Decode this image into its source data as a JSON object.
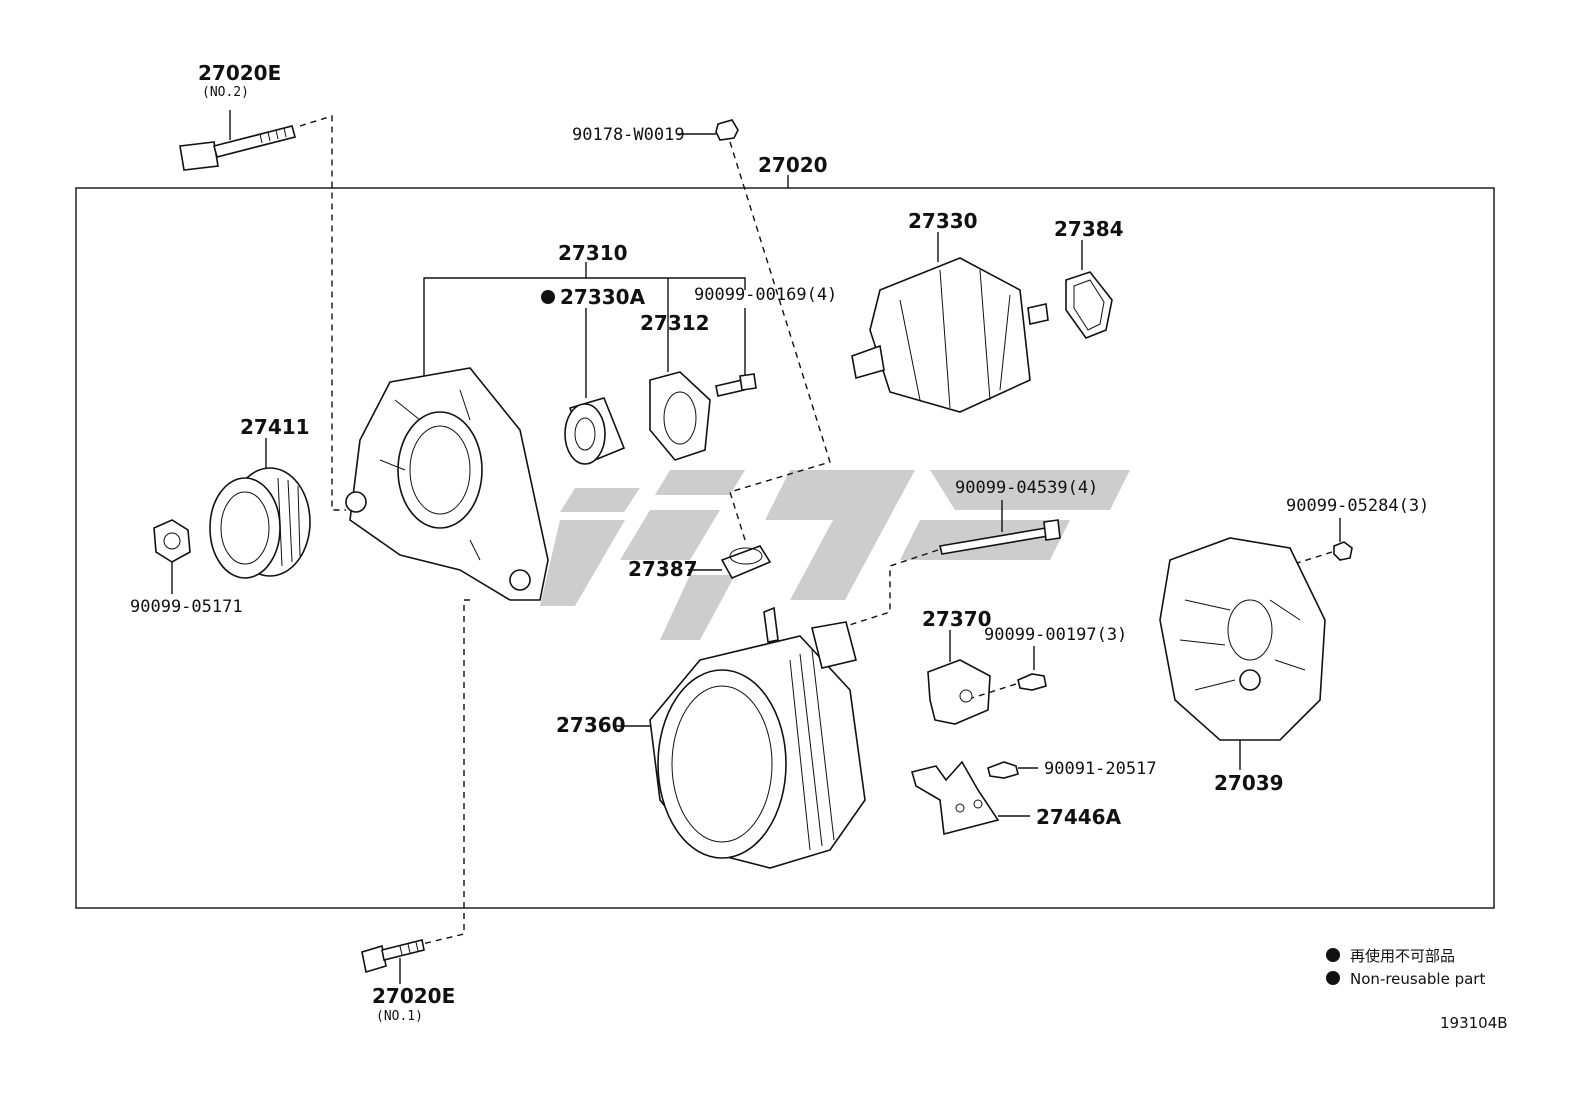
{
  "assembly": {
    "number": "27020"
  },
  "parts": {
    "bolt_no2": {
      "number": "27020E",
      "note": "(NO.2)"
    },
    "bolt_no1": {
      "number": "27020E",
      "note": "(NO.1)"
    },
    "nut_top": {
      "number": "90178-W0019"
    },
    "frame": {
      "number": "27310"
    },
    "bearing": {
      "number": "27330A",
      "non_reusable": true
    },
    "retainer": {
      "number": "27312"
    },
    "screw_retainer": {
      "number": "90099-00169(4)"
    },
    "rotor": {
      "number": "27330"
    },
    "collar": {
      "number": "27384"
    },
    "pulley": {
      "number": "27411"
    },
    "pulley_nut": {
      "number": "90099-05171"
    },
    "insulator": {
      "number": "27387"
    },
    "through_bolt": {
      "number": "90099-04539(4)"
    },
    "rear_nut": {
      "number": "90099-05284(3)"
    },
    "regulator": {
      "number": "27370"
    },
    "regulator_screw": {
      "number": "90099-00197(3)"
    },
    "stator": {
      "number": "27360"
    },
    "bracket_screw": {
      "number": "90091-20517"
    },
    "bracket": {
      "number": "27446A"
    },
    "rear_cover": {
      "number": "27039"
    }
  },
  "legend": {
    "jp": "再使用不可部品",
    "en": "Non-reusable part"
  },
  "diagram_code": "193104B",
  "watermark": {
    "color": "#c8c8c8"
  }
}
